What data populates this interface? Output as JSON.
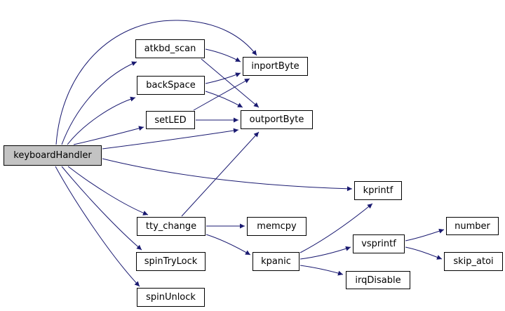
{
  "diagram": {
    "kind": "call-graph",
    "root": "keyboardHandler",
    "colors": {
      "edge": "#191970",
      "node_fill": "#ffffff",
      "node_border": "#000000",
      "root_fill": "#c3c3c3",
      "text": "#000000",
      "background": "#ffffff"
    },
    "node_labels": {
      "keyboardHandler": "keyboardHandler",
      "atkbd_scan": "atkbd_scan",
      "backSpace": "backSpace",
      "setLED": "setLED",
      "inportByte": "inportByte",
      "outportByte": "outportByte",
      "kprintf": "kprintf",
      "tty_change": "tty_change",
      "memcpy": "memcpy",
      "spinTryLock": "spinTryLock",
      "spinUnlock": "spinUnlock",
      "kpanic": "kpanic",
      "vsprintf": "vsprintf",
      "number": "number",
      "skip_atoi": "skip_atoi",
      "irqDisable": "irqDisable"
    },
    "edges": [
      {
        "from": "keyboardHandler",
        "to": "atkbd_scan"
      },
      {
        "from": "keyboardHandler",
        "to": "backSpace"
      },
      {
        "from": "keyboardHandler",
        "to": "setLED"
      },
      {
        "from": "keyboardHandler",
        "to": "inportByte"
      },
      {
        "from": "keyboardHandler",
        "to": "outportByte"
      },
      {
        "from": "keyboardHandler",
        "to": "kprintf"
      },
      {
        "from": "keyboardHandler",
        "to": "tty_change"
      },
      {
        "from": "keyboardHandler",
        "to": "spinTryLock"
      },
      {
        "from": "keyboardHandler",
        "to": "spinUnlock"
      },
      {
        "from": "atkbd_scan",
        "to": "inportByte"
      },
      {
        "from": "atkbd_scan",
        "to": "outportByte"
      },
      {
        "from": "backSpace",
        "to": "inportByte"
      },
      {
        "from": "backSpace",
        "to": "outportByte"
      },
      {
        "from": "setLED",
        "to": "inportByte"
      },
      {
        "from": "setLED",
        "to": "outportByte"
      },
      {
        "from": "tty_change",
        "to": "memcpy"
      },
      {
        "from": "tty_change",
        "to": "outportByte"
      },
      {
        "from": "tty_change",
        "to": "kpanic"
      },
      {
        "from": "kpanic",
        "to": "kprintf"
      },
      {
        "from": "kpanic",
        "to": "vsprintf"
      },
      {
        "from": "kpanic",
        "to": "irqDisable"
      },
      {
        "from": "vsprintf",
        "to": "number"
      },
      {
        "from": "vsprintf",
        "to": "skip_atoi"
      }
    ]
  }
}
